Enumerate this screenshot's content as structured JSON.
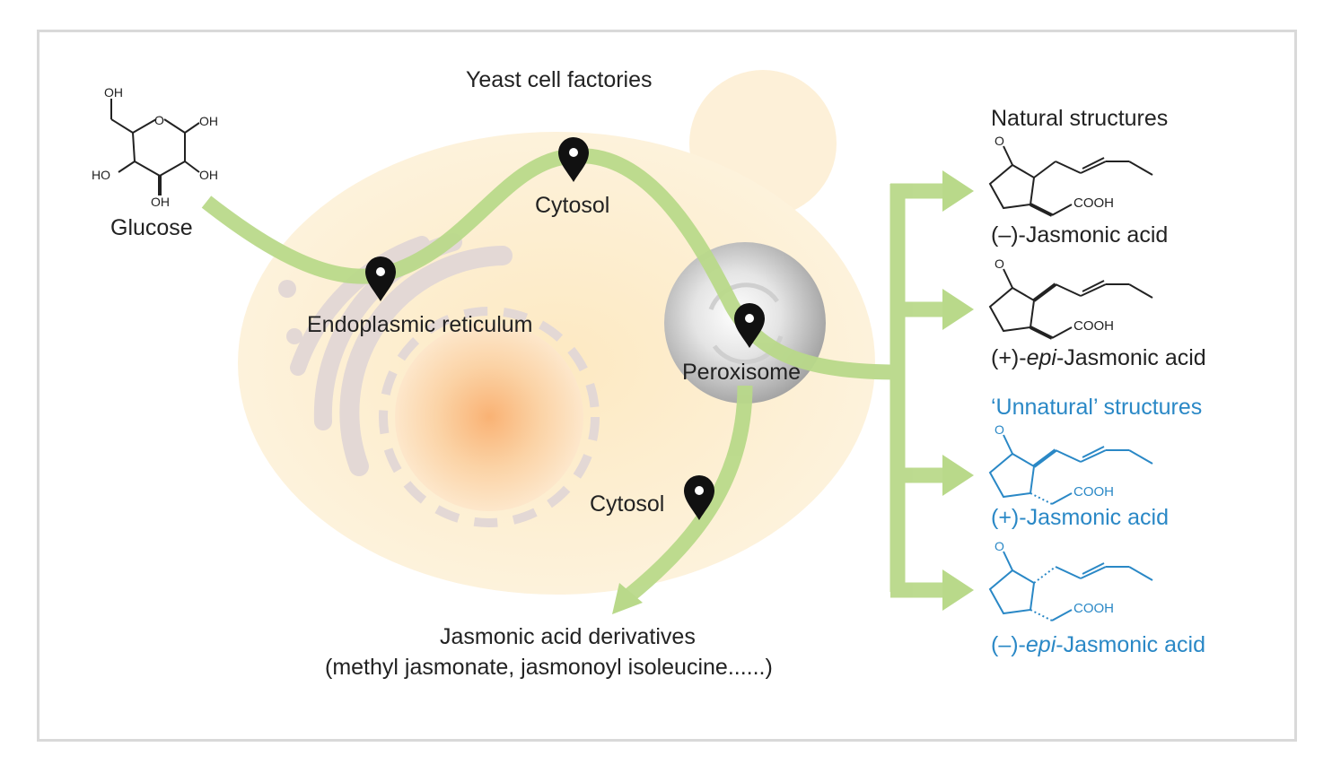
{
  "title": "Yeast cell factories",
  "substrate": {
    "name": "Glucose",
    "atoms": {
      "oh": "OH",
      "ho": "HO",
      "o": "O"
    }
  },
  "compartments": {
    "cytosol_top": "Cytosol",
    "er": "Endoplasmic reticulum",
    "peroxisome": "Peroxisome",
    "cytosol_bottom": "Cytosol"
  },
  "derivatives": {
    "line1": "Jasmonic acid derivatives",
    "line2": "(methyl jasmonate, jasmonoyl isoleucine......)"
  },
  "natural": {
    "heading": "Natural structures",
    "items": [
      {
        "prefix": "(–)-",
        "italic": "",
        "name": "Jasmonic acid"
      },
      {
        "prefix": "(+)-",
        "italic": "epi",
        "name": "-Jasmonic acid"
      }
    ]
  },
  "unnatural": {
    "heading": "‘Unnatural’ structures",
    "items": [
      {
        "prefix": "(+)-",
        "italic": "",
        "name": "Jasmonic acid"
      },
      {
        "prefix": "(–)-",
        "italic": "epi",
        "name": "-Jasmonic acid"
      }
    ]
  },
  "molecule_labels": {
    "cooh": "COOH",
    "o": "O"
  },
  "colors": {
    "cell": "#fdf1d6",
    "pathway": "#b9d98a",
    "nucleus": "#f7b27a",
    "er": "#e6dcd9",
    "peroxisome": "#a8a8a8",
    "pin": "#111111",
    "blue_text": "#2a88c6"
  }
}
